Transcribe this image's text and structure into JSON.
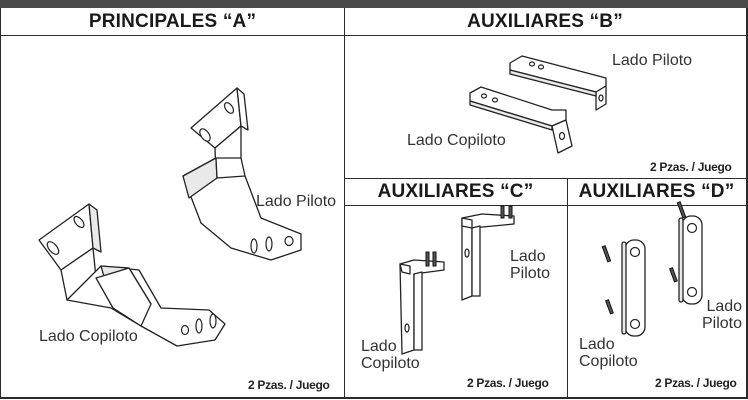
{
  "sections": {
    "a": {
      "title": "PRINCIPALES “A”",
      "label_right": "Lado Piloto",
      "label_left": "Lado Copiloto",
      "qty": "2 Pzas. / Juego"
    },
    "b": {
      "title": "AUXILIARES “B”",
      "label_right": "Lado Piloto",
      "label_left": "Lado Copiloto",
      "qty": "2 Pzas. / Juego"
    },
    "c": {
      "title": "AUXILIARES “C”",
      "label_right": "Lado\nPiloto",
      "label_left": "Lado\nCopiloto",
      "qty": "2 Pzas. / Juego"
    },
    "d": {
      "title": "AUXILIARES “D”",
      "label_right": "Lado\nPiloto",
      "label_left": "Lado\nCopiloto",
      "qty": "2 Pzas. / Juego"
    }
  },
  "colors": {
    "topbar": "#4a4a4a",
    "line": "#2b2b2b",
    "text": "#333333"
  }
}
